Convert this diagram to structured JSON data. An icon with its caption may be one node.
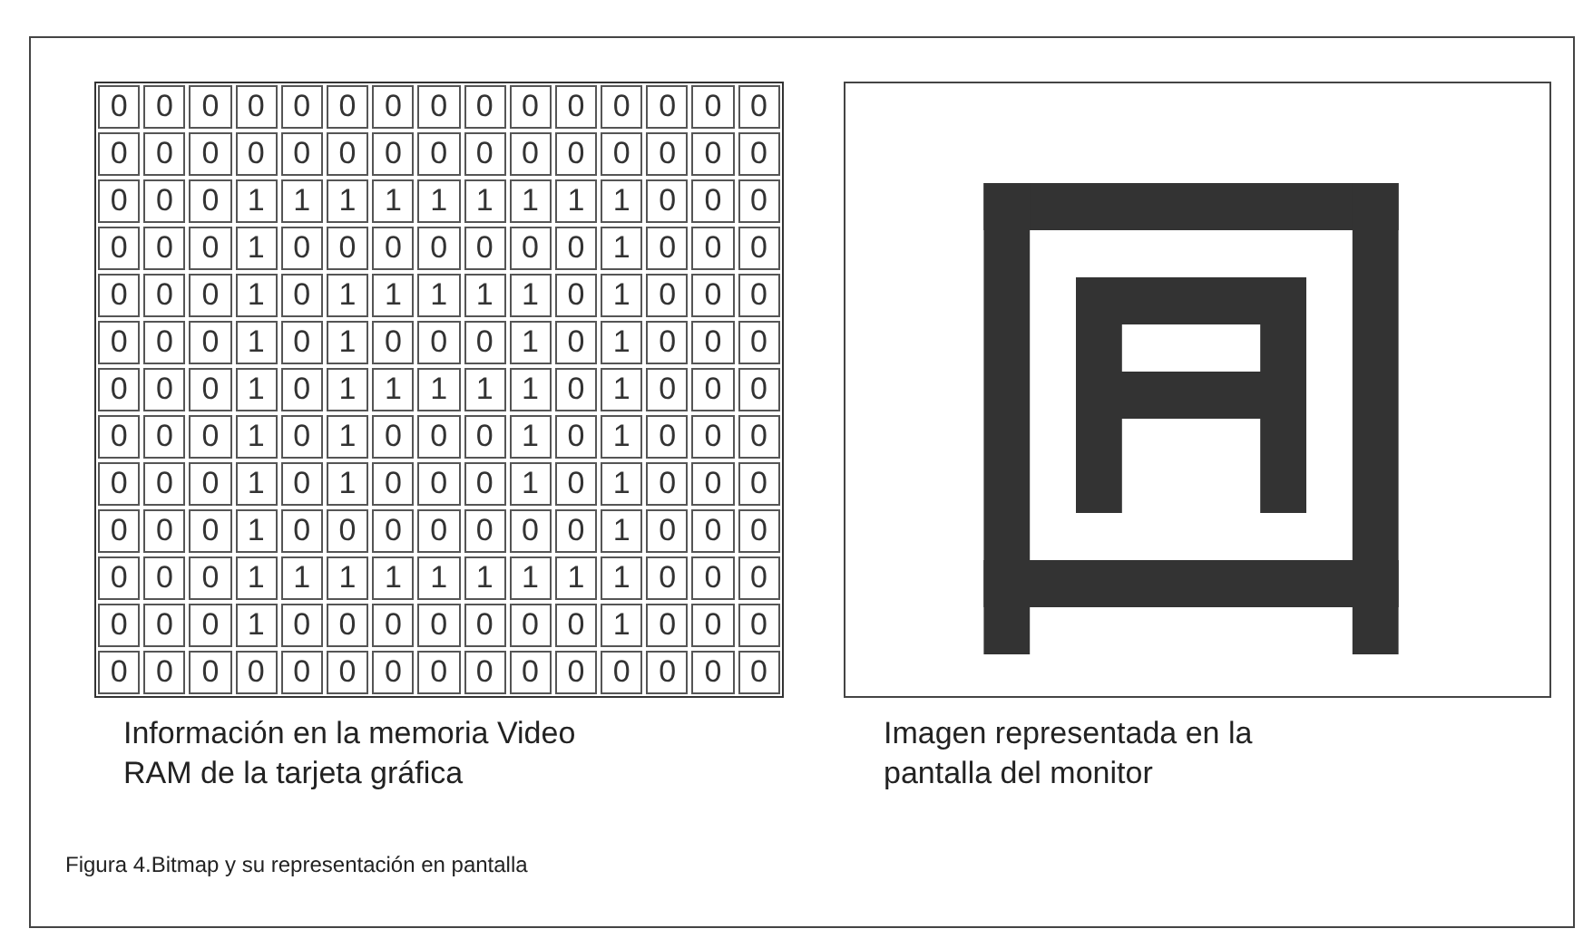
{
  "diagram": {
    "caption": "Figura 4.Bitmap y su representación en pantalla",
    "labels": [
      "0",
      "0",
      "0",
      "0",
      "0",
      "0",
      "0",
      "0",
      "0",
      "0",
      "0",
      "0",
      "0",
      "0",
      "0",
      "0",
      "0",
      "0",
      "0",
      "0",
      "0",
      "0",
      "0",
      "0",
      "0",
      "0",
      "0",
      "0",
      "0",
      "0",
      "0",
      "0",
      "0",
      "1",
      "1",
      "1",
      "1",
      "1",
      "1",
      "1",
      "1",
      "1",
      "0",
      "0",
      "0",
      "0",
      "0",
      "0",
      "1",
      "0",
      "0",
      "0",
      "0",
      "0",
      "0",
      "0",
      "1",
      "0",
      "0",
      "0",
      "0",
      "0",
      "0",
      "1",
      "0",
      "1",
      "1",
      "1",
      "1",
      "1",
      "0",
      "1",
      "0",
      "0",
      "0",
      "0",
      "0",
      "0",
      "1",
      "0",
      "1",
      "0",
      "0",
      "0",
      "1",
      "0",
      "1",
      "0",
      "0",
      "0",
      "0",
      "0",
      "0",
      "1",
      "0",
      "1",
      "1",
      "1",
      "1",
      "1",
      "0",
      "1",
      "0",
      "0",
      "0",
      "0",
      "0",
      "0",
      "1",
      "0",
      "1",
      "0",
      "0",
      "0",
      "1",
      "0",
      "1",
      "0",
      "0",
      "0",
      "0",
      "0",
      "0",
      "1",
      "0",
      "1",
      "0",
      "0",
      "0",
      "1",
      "0",
      "1",
      "0",
      "0",
      "0",
      "0",
      "0",
      "0",
      "1",
      "0",
      "0",
      "0",
      "0",
      "0",
      "0",
      "0",
      "1",
      "0",
      "0",
      "0",
      "0",
      "0",
      "0",
      "1",
      "1",
      "1",
      "1",
      "1",
      "1",
      "1",
      "1",
      "1",
      "0",
      "0",
      "0",
      "0",
      "0",
      "0",
      "1",
      "0",
      "0",
      "0",
      "0",
      "0",
      "0",
      "0",
      "1",
      "0",
      "0",
      "0",
      "0",
      "0",
      "0",
      "0",
      "0",
      "0",
      "0",
      "0",
      "0",
      "0",
      "0",
      "0",
      "0",
      "0",
      "0",
      "Información en la memoria Video RAM de la tarjeta gráfica",
      "Imagen representada en la pantalla del monitor"
    ]
  }
}
